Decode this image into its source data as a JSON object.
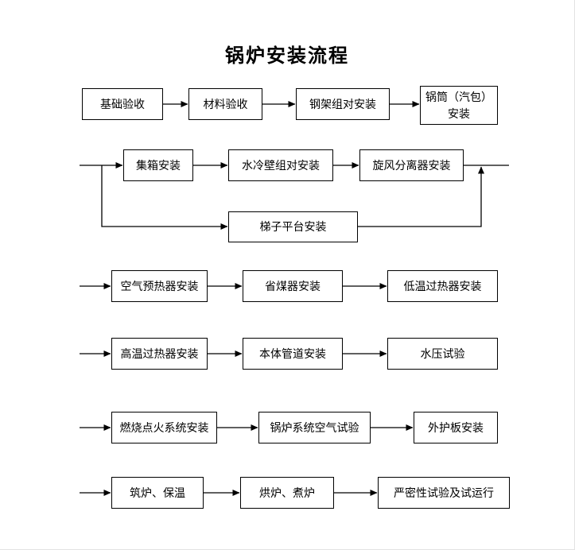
{
  "title": "锅炉安装流程",
  "nodes": {
    "foundation": "基础验收",
    "material": "材料验收",
    "steel_frame": "钢架组对安装",
    "drum": "锅筒（汽包）安装",
    "header_box": "集箱安装",
    "water_wall": "水冷壁组对安装",
    "cyclone": "旋风分离器安装",
    "ladder": "梯子平台安装",
    "air_preheater": "空气预热器安装",
    "economizer": "省煤器安装",
    "low_superheater": "低温过热器安装",
    "high_superheater": "高温过热器安装",
    "body_piping": "本体管道安装",
    "hydro_test": "水压试验",
    "ignition": "燃烧点火系统安装",
    "air_test": "锅炉系统空气试验",
    "outer_casing": "外护板安装",
    "furnace_insulation": "筑炉、保温",
    "boil_out": "烘炉、煮炉",
    "tightness_test": "严密性试验及试运行"
  },
  "colors": {
    "line": "#000000",
    "box_border": "#000000",
    "background": "#ffffff"
  }
}
